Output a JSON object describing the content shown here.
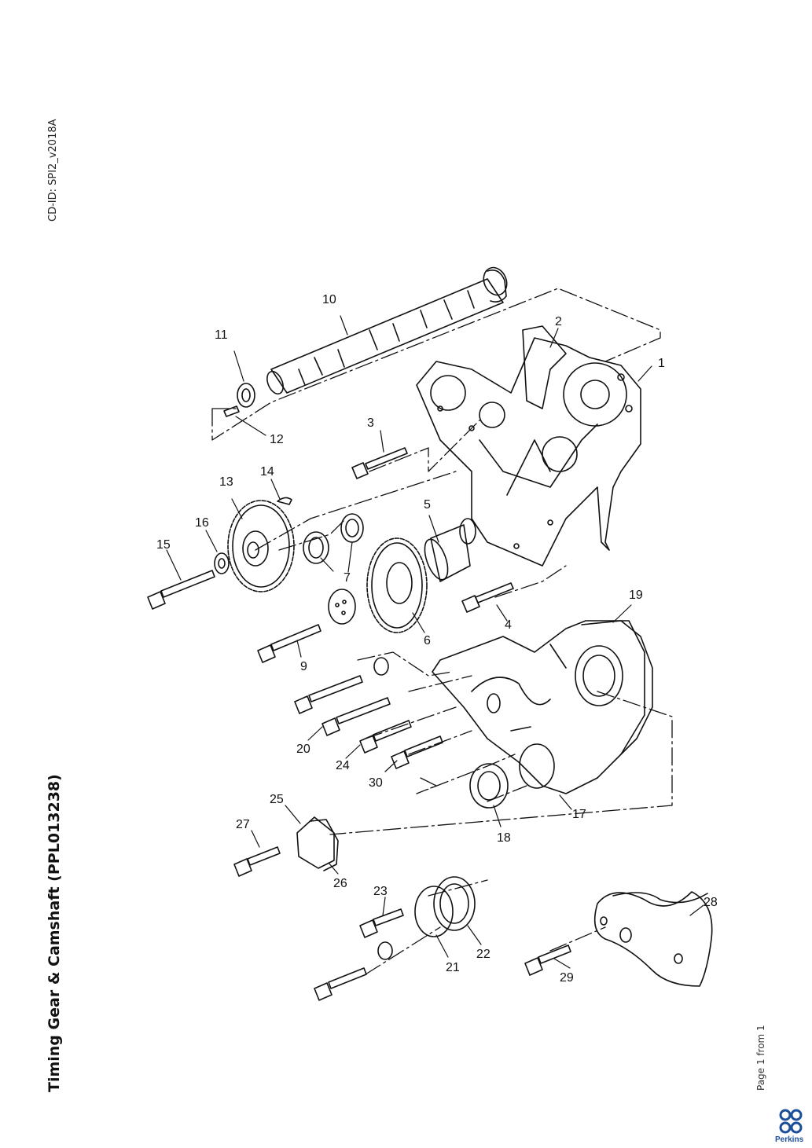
{
  "document": {
    "cd_id": "CD-ID: SPI2_v2018A",
    "title": "Timing Gear & Camshaft (PPL013238)",
    "page_info": "Page 1 from 1",
    "brand": "Perkins",
    "brand_color": "#1b4f9c"
  },
  "callouts": {
    "c1": "1",
    "c2": "2",
    "c3": "3",
    "c4": "4",
    "c5": "5",
    "c6": "6",
    "c7": "7",
    "c9": "9",
    "c10": "10",
    "c11": "11",
    "c12": "12",
    "c13": "13",
    "c14": "14",
    "c15": "15",
    "c16": "16",
    "c17": "17",
    "c18": "18",
    "c19": "19",
    "c20": "20",
    "c21": "21",
    "c22": "22",
    "c23": "23",
    "c24": "24",
    "c25": "25",
    "c26": "26",
    "c27": "27",
    "c28": "28",
    "c29": "29",
    "c30": "30"
  }
}
